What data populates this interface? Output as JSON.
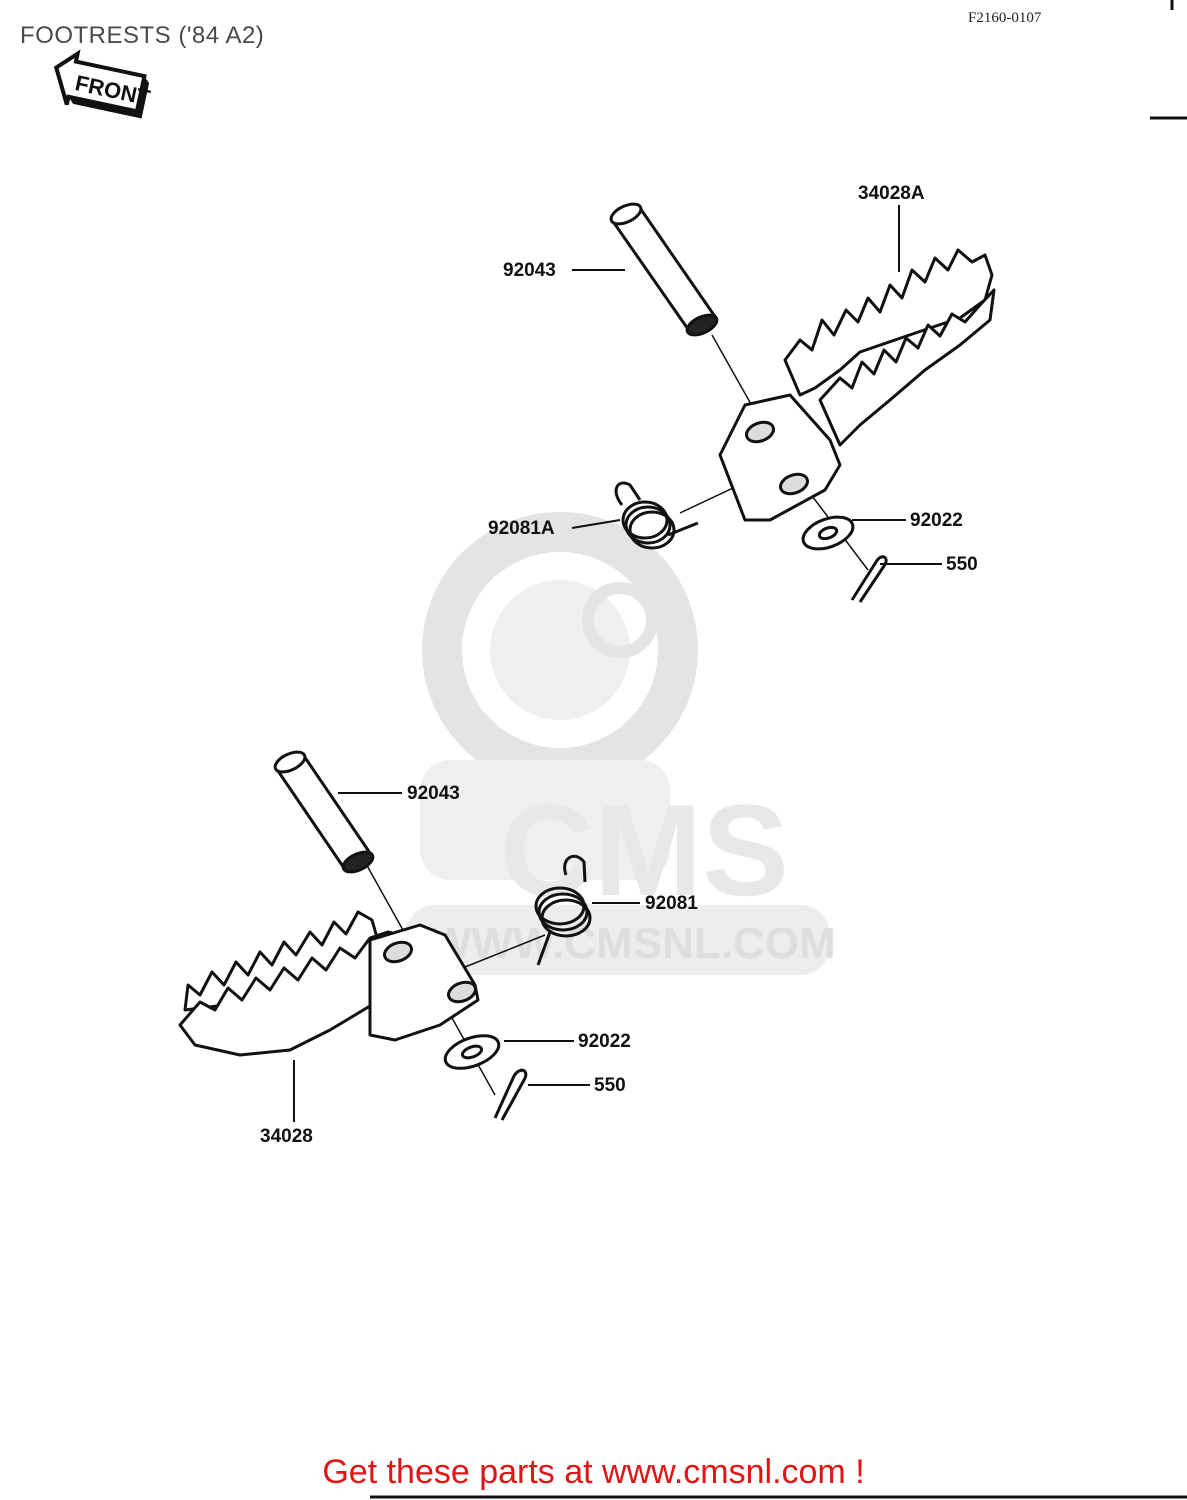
{
  "header": {
    "title": "FOOTRESTS ('84 A2)",
    "doc_code": "F2160-0107",
    "front_arrow_label": "FRONT"
  },
  "watermark": {
    "brand": "CMS",
    "url": "WWW.CMSNL.COM"
  },
  "parts": {
    "upper": {
      "footrest": "34028A",
      "pin": "92043",
      "spring": "92081A",
      "washer": "92022",
      "cotter_pin": "550"
    },
    "lower": {
      "footrest": "34028",
      "pin": "92043",
      "spring": "92081",
      "washer": "92022",
      "cotter_pin": "550"
    }
  },
  "footer": {
    "link_text": "Get these parts at www.cmsnl.com !",
    "link_color": "#e01515"
  }
}
